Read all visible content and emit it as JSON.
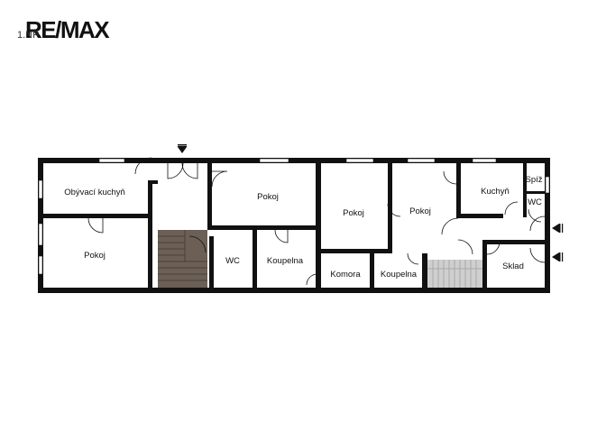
{
  "brand": {
    "logo_text": "RE/MAX",
    "scale_label": "1.NP"
  },
  "colors": {
    "wall": "#111111",
    "floor": "#ffffff",
    "stair_dark": "#6b5f56",
    "stair_light": "#cfcfcf"
  },
  "rooms": {
    "obyvaci_kuchyn": "Obývací kuchyň",
    "pokoj_1": "Pokoj",
    "pokoj_2": "Pokoj",
    "pokoj_3": "Pokoj",
    "pokoj_4": "Pokoj",
    "wc_1": "WC",
    "koupelna_1": "Koupelna",
    "komora": "Komora",
    "koupelna_2": "Koupelna",
    "kuchyn": "Kuchyň",
    "spiz": "Spíž",
    "wc_2": "WC",
    "sklad": "Sklad"
  },
  "icons": [
    "entrance-arrow-icon",
    "entrance-arrow-icon",
    "entrance-arrow-icon"
  ]
}
